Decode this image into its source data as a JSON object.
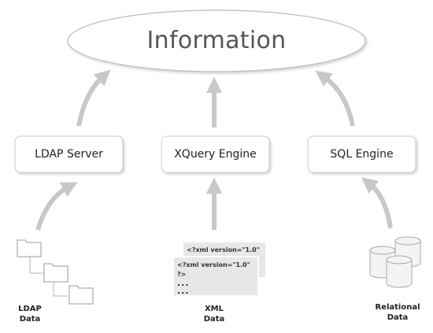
{
  "center": {
    "label": "Information"
  },
  "engines": [
    {
      "label": "LDAP Server"
    },
    {
      "label": "XQuery Engine"
    },
    {
      "label": "SQL Engine"
    }
  ],
  "sources": [
    {
      "line1": "LDAP",
      "line2": "Data",
      "icon": "folder-tree-icon"
    },
    {
      "line1": "XML",
      "line2": "Data",
      "icon": "xml-document-icon"
    },
    {
      "line1": "Relational",
      "line2": "Data",
      "icon": "database-cylinders-icon"
    }
  ],
  "xml_snippet": {
    "back_line": "<?xml version=\"1.0\" ?>",
    "front_line": "<?xml version=\"1.0\" ?>",
    "ellipsis1": "...",
    "ellipsis2": "..."
  },
  "colors": {
    "arrow": "#c8c8c8",
    "outline": "#bbbbbb",
    "box_border": "#cccccc",
    "doc_bg": "#e7e7e7"
  }
}
